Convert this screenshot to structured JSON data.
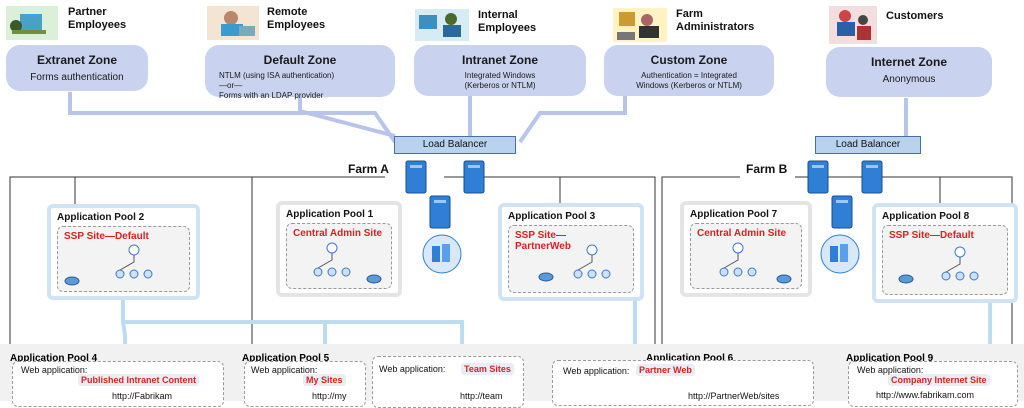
{
  "users": [
    {
      "id": "partner",
      "label": "Partner\nEmployees",
      "icon": "partner-employees-icon"
    },
    {
      "id": "remote",
      "label": "Remote\nEmployees",
      "icon": "remote-employees-icon"
    },
    {
      "id": "internal",
      "label": "Internal\nEmployees",
      "icon": "internal-employees-icon"
    },
    {
      "id": "farmadmin",
      "label": "Farm\nAdministrators",
      "icon": "farm-administrators-icon"
    },
    {
      "id": "customers",
      "label": "Customers",
      "icon": "customers-icon"
    }
  ],
  "zones": [
    {
      "title": "Extranet Zone",
      "subtitle": "Forms authentication"
    },
    {
      "title": "Default Zone",
      "subtitle": "NTLM (using ISA authentication)\n—or—\nForms with an LDAP provider"
    },
    {
      "title": "Intranet Zone",
      "subtitle": "Integrated Windows\n(Kerberos or NTLM)"
    },
    {
      "title": "Custom Zone",
      "subtitle": "Authentication = Integrated\nWindows (Kerberos or NTLM)"
    },
    {
      "title": "Internet Zone",
      "subtitle": "Anonymous"
    }
  ],
  "load_balancer_label": "Load Balancer",
  "farms": {
    "a": "Farm A",
    "b": "Farm B"
  },
  "app_pools": {
    "p2": {
      "title": "Application Pool 2",
      "site": "SSP Site—Default"
    },
    "p1": {
      "title": "Application Pool 1",
      "site": "Central Admin Site"
    },
    "p3": {
      "title": "Application Pool 3",
      "site": "SSP Site—\nPartnerWeb"
    },
    "p7": {
      "title": "Application Pool 7",
      "site": "Central Admin Site"
    },
    "p8": {
      "title": "Application Pool 8",
      "site": "SSP Site—Default"
    }
  },
  "bottom_pools": {
    "p4": {
      "title": "Application Pool 4",
      "web_label": "Web application:",
      "app": "Published Intranet Content",
      "url": "http://Fabrikam"
    },
    "p5": {
      "title": "Application Pool 5",
      "web_label": "Web application:",
      "app": "My Sites",
      "url": "http://my",
      "web_label2": "Web application:",
      "app2": "Team Sites",
      "url2": "http://team"
    },
    "p6": {
      "title": "Application Pool 6",
      "web_label": "Web application:",
      "app": "Partner Web",
      "url": "http://PartnerWeb/sites"
    },
    "p9": {
      "title": "Application Pool 9",
      "web_label": "Web application:",
      "app": "Company Internet Site",
      "url": "http://www.fabrikam.com"
    }
  },
  "colors": {
    "zone": "#c9d2ee",
    "connector": "#b8c4ea",
    "highlight": "#bcdcf2",
    "site_text": "#e02020",
    "server": "#2f7fd6"
  }
}
